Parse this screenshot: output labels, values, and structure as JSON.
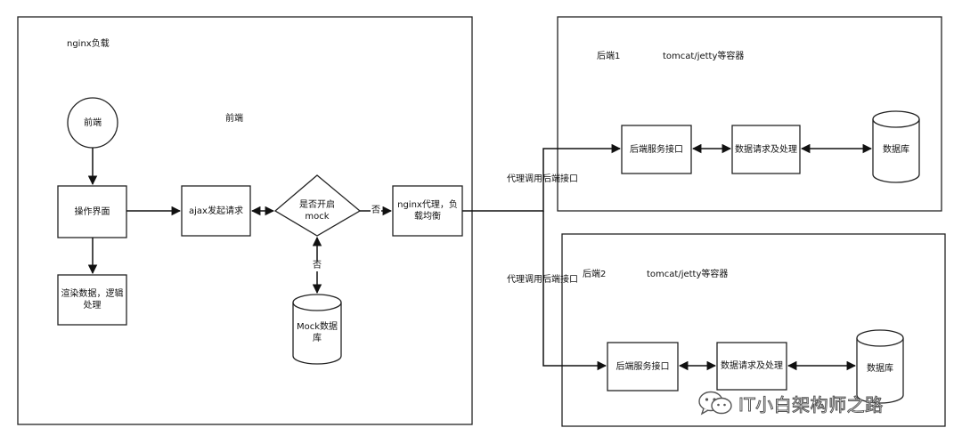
{
  "containers": {
    "frontend_group": "nginx负载",
    "backend1_title": "后端1",
    "backend1_container": "tomcat/jetty等容器",
    "backend2_title": "后端2",
    "backend2_container": "tomcat/jetty等容器"
  },
  "labels": {
    "frontend_area": "前端"
  },
  "nodes": {
    "frontend": "前端",
    "ui": "操作界面",
    "render": "渲染数据，逻辑处理",
    "ajax": "ajax发起请求",
    "mock_decision": "是否开启mock",
    "nginx_proxy": "nginx代理，负载均衡",
    "mock_db": "Mock数据库",
    "b1_api": "后端服务接口",
    "b1_process": "数据请求及处理",
    "b1_db": "数据库",
    "b2_api": "后端服务接口",
    "b2_process": "数据请求及处理",
    "b2_db": "数据库"
  },
  "edges": {
    "decision_to_nginx": "否",
    "decision_to_mockdb": "否",
    "proxy_to_b1": "代理调用后端接口",
    "proxy_to_b2": "代理调用后端接口"
  },
  "watermark": {
    "text": "IT小白架构师之路",
    "icon": "wechat-icon"
  }
}
